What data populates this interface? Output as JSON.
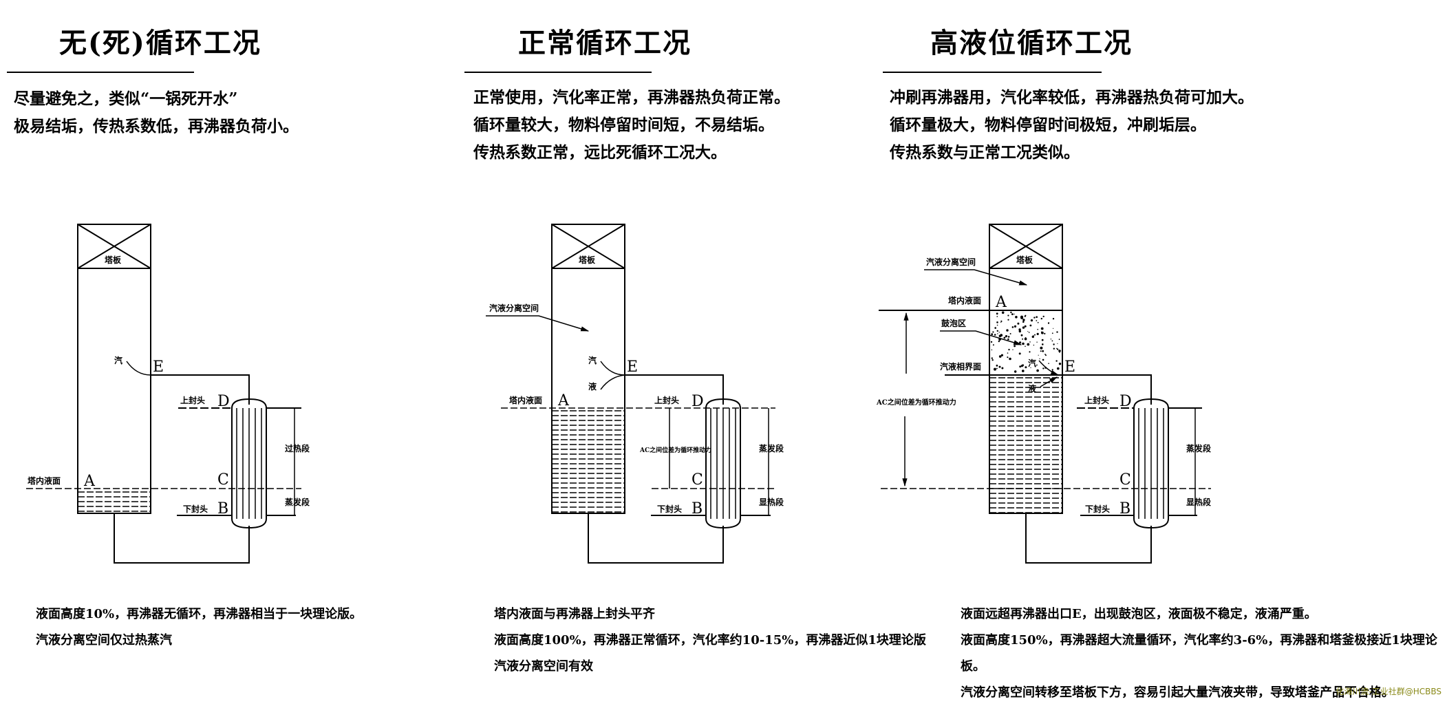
{
  "panels": [
    {
      "title": "无(死)循环工况",
      "desc": [
        "尽量避免之，类似“一锅死开水”",
        "极易结垢，传热系数低，再沸器负荷小。"
      ],
      "notes": [
        "液面高度10%，再沸器无循环，再沸器相当于一块理论版。",
        "汽液分离空间仅过热蒸汽"
      ],
      "labels": {
        "tray": "塔板",
        "vapor": "汽",
        "E": "E",
        "D": "D",
        "C": "C",
        "B": "B",
        "A": "A",
        "upper_head": "上封头",
        "lower_head": "下封头",
        "tower_level": "塔内液面",
        "upper_section": "过热段",
        "lower_section": "蒸发段"
      },
      "liquid_level_percent": 10
    },
    {
      "title": "正常循环工况",
      "desc": [
        "正常使用，汽化率正常，再沸器热负荷正常。",
        "循环量较大，物料停留时间短，不易结垢。",
        "传热系数正常，远比死循环工况大。"
      ],
      "notes": [
        "塔内液面与再沸器上封头平齐",
        "液面高度100%，再沸器正常循环，汽化率约10-15%，再沸器近似1块理论版",
        "汽液分离空间有效"
      ],
      "labels": {
        "tray": "塔板",
        "vapor": "汽",
        "liquid": "液",
        "E": "E",
        "D": "D",
        "C": "C",
        "B": "B",
        "A": "A",
        "upper_head": "上封头",
        "lower_head": "下封头",
        "tower_level": "塔内液面",
        "separation_space": "汽液分离空间",
        "driving_force": "AC之间位差为循环推动力",
        "upper_section": "蒸发段",
        "lower_section": "显热段"
      },
      "liquid_level_percent": 100
    },
    {
      "title": "高液位循环工况",
      "desc": [
        "冲刷再沸器用，汽化率较低，再沸器热负荷可加大。",
        "循环量极大，物料停留时间极短，冲刷垢层。",
        "传热系数与正常工况类似。"
      ],
      "notes": [
        "液面远超再沸器出口E，出现鼓泡区，液面极不稳定，液涌严重。",
        "液面高度150%，再沸器超大流量循环，汽化率约3-6%，再沸器和塔釜极接近1块理论板。",
        "汽液分离空间转移至塔板下方，容易引起大量汽液夹带，导致塔釜产品不合格。"
      ],
      "labels": {
        "tray": "塔板",
        "vapor": "汽",
        "liquid": "液",
        "E": "E",
        "D": "D",
        "C": "C",
        "B": "B",
        "A": "A",
        "upper_head": "上封头",
        "lower_head": "下封头",
        "tower_level": "塔内液面",
        "separation_space": "汽液分离空间",
        "bubble_zone": "鼓泡区",
        "interface": "汽液相界面",
        "driving_force": "AC之间位差为循环推动力",
        "upper_section": "蒸发段",
        "lower_section": "显热段"
      },
      "liquid_level_percent": 150
    }
  ],
  "watermark": "化海川流-工业社群@HCBBS"
}
